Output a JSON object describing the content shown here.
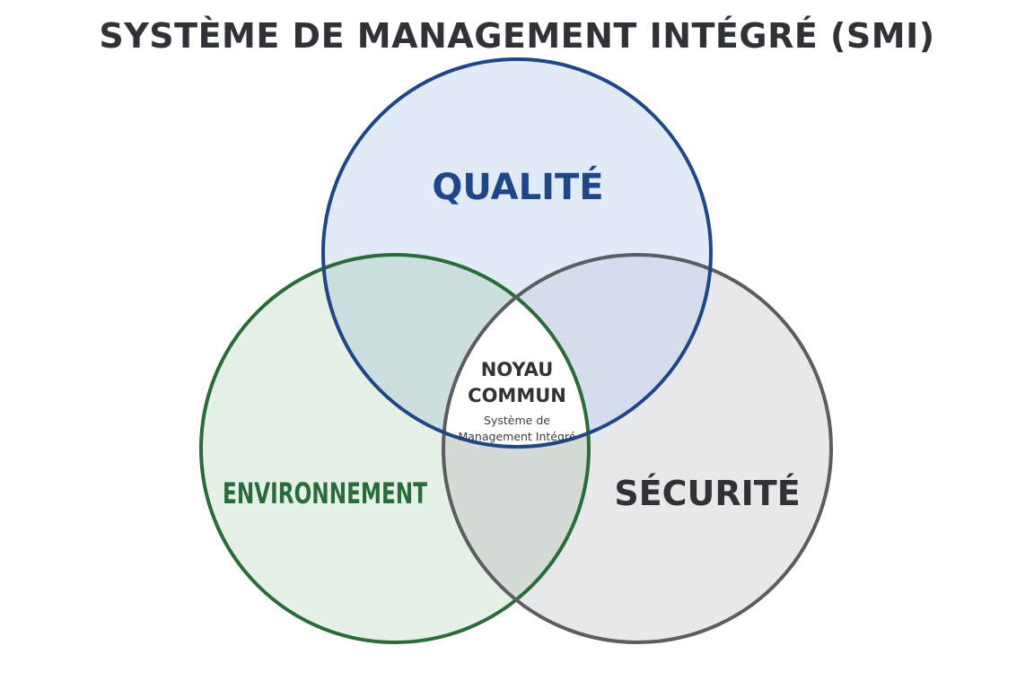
{
  "title": "SYSTÈME DE MANAGEMENT INTÉGRÉ (SMI)",
  "sets": {
    "qualite": {
      "label": "QUALITÉ",
      "stroke": "#1f4788",
      "fill": "#dbe7f6"
    },
    "environnement": {
      "label": "ENVIRONNEMENT",
      "stroke": "#2a6b3a",
      "fill": "#e2eee3"
    },
    "securite": {
      "label": "SÉCURITÉ",
      "stroke": "#5b5d60",
      "fill": "#e4e5e7"
    }
  },
  "core": {
    "title_line1": "NOYAU",
    "title_line2": "COMMUN",
    "subtitle_line1": "Système de",
    "subtitle_line2": "Management Intégré"
  }
}
